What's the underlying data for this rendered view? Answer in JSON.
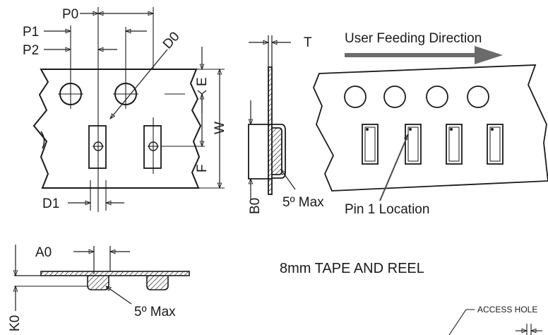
{
  "dimension_labels": {
    "p0": "P0",
    "p1": "P1",
    "p2": "P2",
    "d0": "D0",
    "d1": "D1",
    "e": "E",
    "w": "W",
    "f": "F",
    "t": "T",
    "b0": "B0",
    "a0": "A0",
    "k0": "K0"
  },
  "angle_label_side": "5º Max",
  "angle_label_bottom": "5º Max",
  "feed_direction": "User Feeding Direction",
  "pin1_label": "Pin 1 Location",
  "title": "8mm TAPE AND REEL",
  "access_hole": "ACCESS HOLE",
  "colors": {
    "line": "#1a1a1a",
    "arrow": "#6b6b6b",
    "background": "#ffffff"
  }
}
